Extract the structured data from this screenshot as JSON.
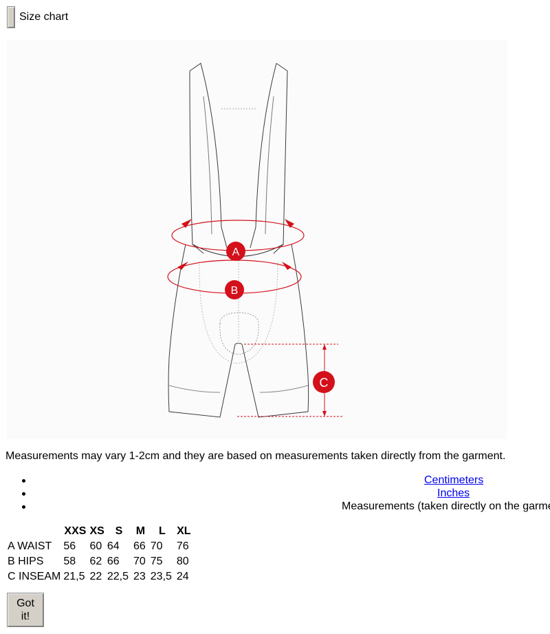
{
  "header": {
    "title": "Size chart"
  },
  "diagram": {
    "markers": [
      "A",
      "B",
      "C"
    ],
    "accent_color": "#d4101b",
    "icon": "bib-shorts-outline"
  },
  "note": "Measurements may vary 1-2cm and they are based on measurements taken directly from the garment.",
  "units": [
    {
      "label": "Centimeters",
      "is_link": true
    },
    {
      "label": "Inches",
      "is_link": true
    },
    {
      "label": "Measurements (taken directly on the garme",
      "is_link": false
    }
  ],
  "table": {
    "sizes": [
      "XXS",
      "XS",
      "S",
      "M",
      "L",
      "XL"
    ],
    "rows": [
      {
        "label": "A WAIST",
        "values": [
          "56",
          "60",
          "64",
          "66",
          "70",
          "76"
        ]
      },
      {
        "label": "B HIPS",
        "values": [
          "58",
          "62",
          "66",
          "70",
          "75",
          "80"
        ]
      },
      {
        "label": "C INSEAM",
        "values": [
          "21,5",
          "22",
          "22,5",
          "23",
          "23,5",
          "24"
        ]
      }
    ]
  },
  "actions": {
    "got_it_line1": "Got",
    "got_it_line2": "it!"
  }
}
